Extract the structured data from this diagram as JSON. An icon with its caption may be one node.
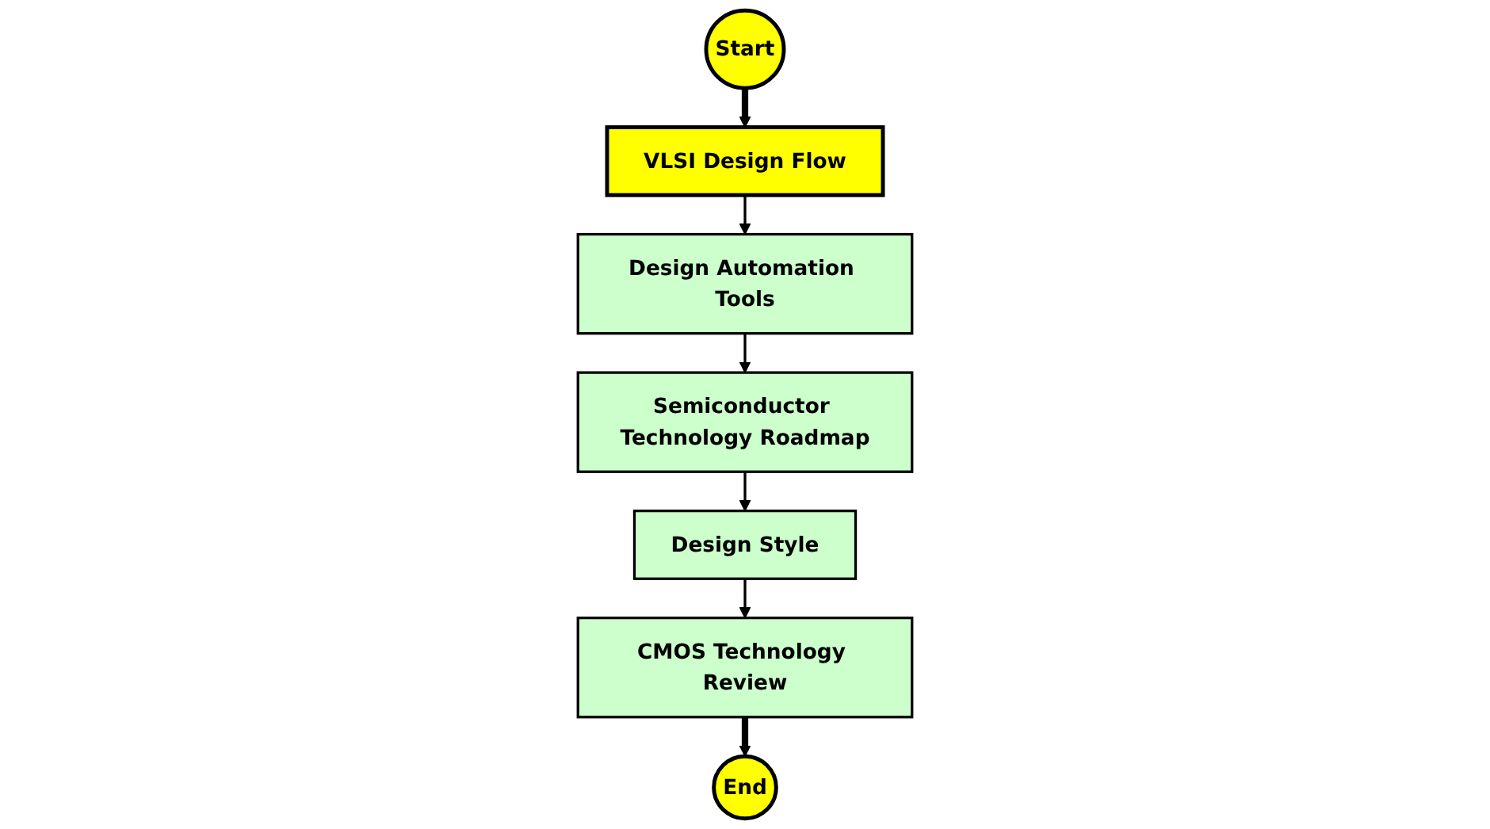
{
  "diagram": {
    "nodes": [
      {
        "text": [
          "Start"
        ]
      },
      {
        "text": [
          "VLSI Design Flow"
        ]
      },
      {
        "text": [
          "Design Automation Tools"
        ]
      },
      {
        "text": [
          "Semiconductor Technology Roadmap"
        ]
      },
      {
        "text": [
          "Design Style"
        ]
      },
      {
        "text": [
          "CMOS Technology Review"
        ]
      },
      {
        "text": [
          "End"
        ]
      }
    ],
    "edges": [
      {
        "from": 0,
        "to": 1,
        "arrow": "to",
        "style": "thick"
      },
      {
        "from": 1,
        "to": 2,
        "arrow": "to"
      },
      {
        "from": 2,
        "to": 3,
        "arrow": "to"
      },
      {
        "from": 3,
        "to": 4,
        "arrow": "to"
      },
      {
        "from": 4,
        "to": 5,
        "arrow": "to"
      },
      {
        "from": 5,
        "to": 6,
        "arrow": "to",
        "style": "thick"
      }
    ]
  }
}
